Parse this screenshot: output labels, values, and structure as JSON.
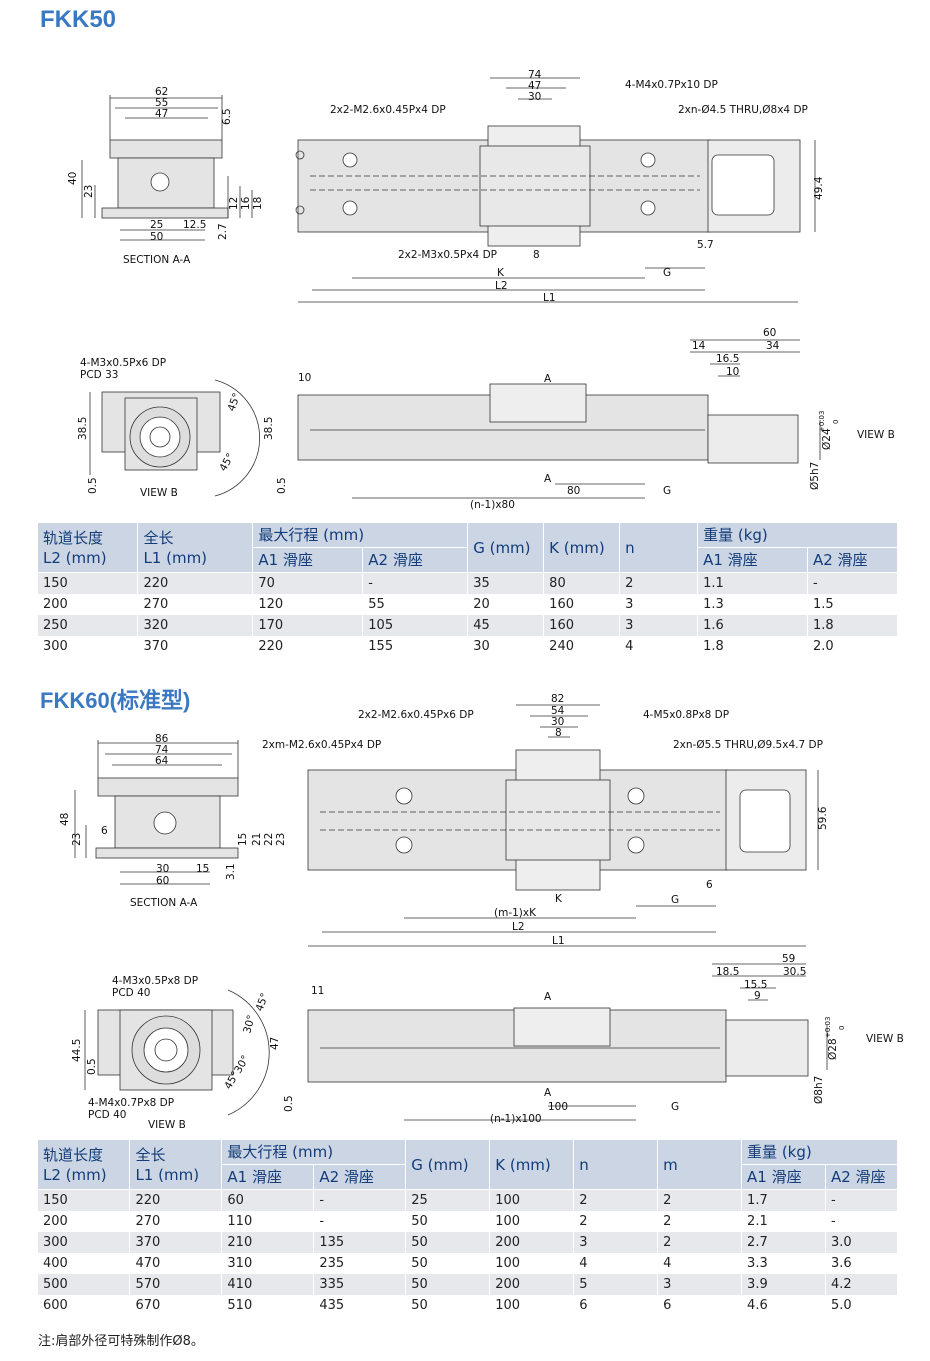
{
  "fkk50": {
    "title": "FKK50",
    "top_dims": {
      "d74": "74",
      "d47": "47",
      "d30": "30",
      "hole1": "4-M4x0.7Px10 DP",
      "hole2": "2x2-M2.6x0.45Px4 DP",
      "hole3": "2xn-Ø4.5 THRU,Ø8x4 DP",
      "hole4": "2x2-M3x0.5Px4 DP",
      "d8": "8",
      "d57": "5.7",
      "h494": "49.4",
      "K": "K",
      "G": "G",
      "L2": "L2",
      "L1": "L1"
    },
    "section": {
      "d62": "62",
      "d55": "55",
      "d47": "47",
      "d65": "6.5",
      "d40": "40",
      "d23": "23",
      "d12": "12",
      "d16": "16",
      "d18": "18",
      "d25": "25",
      "d125": "12.5",
      "d50": "50",
      "d27": "2.7",
      "label": "SECTION A-A"
    },
    "view": {
      "hole": "4-M3x0.5Px6 DP",
      "pcd": "PCD 33",
      "d385": "38.5",
      "d05": "0.5",
      "ang45a": "45°",
      "ang45b": "45°",
      "label": "VIEW B"
    },
    "side": {
      "d10": "10",
      "d385": "38.5",
      "d05": "0.5",
      "A": "A",
      "n80": "(n-1)x80",
      "d80": "80",
      "G": "G",
      "d60": "60",
      "d14": "14",
      "d34": "34",
      "d165": "16.5",
      "d10b": "10",
      "phi24": "Ø24",
      "tol_up": "+0.03",
      "tol_lo": "0",
      "phi5": "Ø5h7",
      "viewb": "VIEW B"
    }
  },
  "table1": {
    "headers": {
      "c1": "轨道长度\nL2 (mm)",
      "c2": "全长\nL1 (mm)",
      "c3": "最大行程 (mm)",
      "c3a": "A1 滑座",
      "c3b": "A2 滑座",
      "c4": "G (mm)",
      "c5": "K (mm)",
      "c6": "n",
      "c7": "重量 (kg)",
      "c7a": "A1 滑座",
      "c7b": "A2 滑座"
    },
    "rows": [
      [
        "150",
        "220",
        "70",
        "-",
        "35",
        "80",
        "2",
        "1.1",
        "-"
      ],
      [
        "200",
        "270",
        "120",
        "55",
        "20",
        "160",
        "3",
        "1.3",
        "1.5"
      ],
      [
        "250",
        "320",
        "170",
        "105",
        "45",
        "160",
        "3",
        "1.6",
        "1.8"
      ],
      [
        "300",
        "370",
        "220",
        "155",
        "30",
        "240",
        "4",
        "1.8",
        "2.0"
      ]
    ]
  },
  "fkk60": {
    "title": "FKK60(标准型)",
    "top_dims": {
      "d82": "82",
      "d54": "54",
      "d30": "30",
      "d8": "8",
      "hole1": "2x2-M2.6x0.45Px6 DP",
      "hole2": "4-M5x0.8Px8 DP",
      "hole3": "2xm-M2.6x0.45Px4 DP",
      "hole4": "2xn-Ø5.5 THRU,Ø9.5x4.7 DP",
      "d6": "6",
      "h596": "59.6",
      "K": "K",
      "G": "G",
      "mK": "(m-1)xK",
      "L2": "L2",
      "L1": "L1"
    },
    "section": {
      "d86": "86",
      "d74": "74",
      "d64": "64",
      "d48": "48",
      "d6": "6",
      "d23": "23",
      "d15": "15",
      "d21": "21",
      "d22": "22",
      "d23b": "23",
      "d30": "30",
      "d15b": "15",
      "d60": "60",
      "d31": "3.1",
      "label": "SECTION A-A"
    },
    "view": {
      "hole1": "4-M3x0.5Px8 DP",
      "pcd1": "PCD 40",
      "hole2": "4-M4x0.7Px8 DP",
      "pcd2": "PCD 40",
      "d445": "44.5",
      "d05": "0.5",
      "ang45a": "45°",
      "ang30a": "30°",
      "ang30b": "30°",
      "ang45b": "45°",
      "label": "VIEW B"
    },
    "side": {
      "d11": "11",
      "d47": "47",
      "d05": "0.5",
      "A": "A",
      "n100": "(n-1)x100",
      "d100": "100",
      "G": "G",
      "d59": "59",
      "d185": "18.5",
      "d305": "30.5",
      "d155": "15.5",
      "d9": "9",
      "phi28": "Ø28",
      "tol_up": "+0.03",
      "tol_lo": "0",
      "phi8": "Ø8h7",
      "viewb": "VIEW B"
    }
  },
  "table2": {
    "headers": {
      "c1": "轨道长度\nL2 (mm)",
      "c2": "全长\nL1 (mm)",
      "c3": "最大行程 (mm)",
      "c3a": "A1 滑座",
      "c3b": "A2 滑座",
      "c4": "G (mm)",
      "c5": "K (mm)",
      "c6": "n",
      "c7": "m",
      "c8": "重量 (kg)",
      "c8a": "A1 滑座",
      "c8b": "A2 滑座"
    },
    "rows": [
      [
        "150",
        "220",
        "60",
        "-",
        "25",
        "100",
        "2",
        "2",
        "1.7",
        "-"
      ],
      [
        "200",
        "270",
        "110",
        "-",
        "50",
        "100",
        "2",
        "2",
        "2.1",
        "-"
      ],
      [
        "300",
        "370",
        "210",
        "135",
        "50",
        "200",
        "3",
        "2",
        "2.7",
        "3.0"
      ],
      [
        "400",
        "470",
        "310",
        "235",
        "50",
        "100",
        "4",
        "4",
        "3.3",
        "3.6"
      ],
      [
        "500",
        "570",
        "410",
        "335",
        "50",
        "200",
        "5",
        "3",
        "3.9",
        "4.2"
      ],
      [
        "600",
        "670",
        "510",
        "435",
        "50",
        "100",
        "6",
        "6",
        "4.6",
        "5.0"
      ]
    ]
  },
  "note": "注:肩部外径可特殊制作Ø8。",
  "colors": {
    "title": "#3a79c2",
    "header_bg": "#ccd5e3",
    "header_text": "#123c7a",
    "row_alt": "#e6e8ec",
    "part_fill": "#e4e4e4",
    "line": "#333333"
  }
}
